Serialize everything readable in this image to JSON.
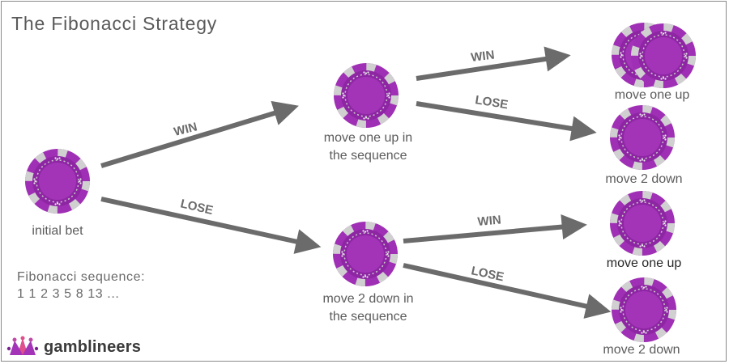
{
  "title": "The Fibonacci Strategy",
  "nodes": {
    "initial": "initial bet",
    "up_line1": "move one up in",
    "up_line2": "the sequence",
    "down_line1": "move 2 down in",
    "down_line2": "the sequence",
    "win_win": "move one up",
    "win_lose": "move 2 down",
    "lose_win": "move one up",
    "lose_lose": "move 2 down"
  },
  "edges": {
    "win": "WIN",
    "lose": "LOSE"
  },
  "sequence": {
    "label": "Fibonacci sequence:",
    "values": "1 1 2 3 5 8 13 ..."
  },
  "logo": {
    "text": "gamblineers",
    "icon": "crown-icon"
  },
  "colors": {
    "chip": "#9f2fb4",
    "chip_stripe": "#cfcfcf",
    "arrow": "#6b6b6b",
    "frame": "#8a8a8a"
  }
}
